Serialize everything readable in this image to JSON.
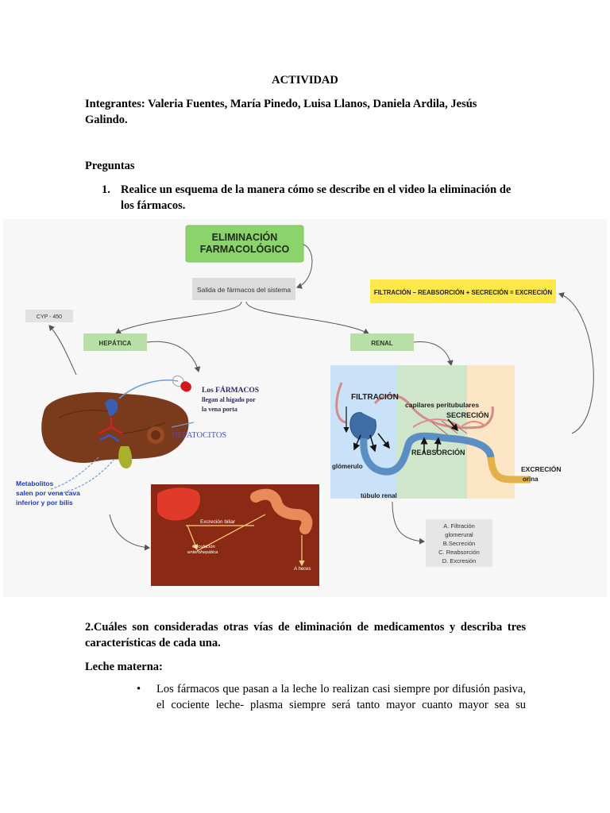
{
  "heading": "ACTIVIDAD",
  "members": {
    "line1": "Integrantes: Valeria Fuentes, María Pinedo, Luisa Llanos, Daniela Ardila, Jesús",
    "line2": "Galindo."
  },
  "questions_heading": "Preguntas",
  "question1": {
    "number": "1.",
    "line1": "Realice un esquema de la manera cómo se describe en el video la eliminación de",
    "line2": "los fármacos."
  },
  "diagram": {
    "title_line1": "ELIMINACIÓN",
    "title_line2": "FARMACOLÓGICO",
    "salida": "Salida de fármacos del sistema",
    "formula": "FILTRACIÓN – REABSORCIÓN + SECRECIÓN = EXCRECIÓN",
    "cyp": "CYP - 450",
    "hepatica": "HEPÁTICA",
    "renal": "RENAL",
    "farmacos_line1": "Los FÁRMACOS",
    "farmacos_line2": "llegan al hígado por",
    "farmacos_line3": "la vena porta",
    "hepatocitos": "HEPATOCITOS",
    "metabolitos_line1": "Metabolitos",
    "metabolitos_line2": "salen por vena cava",
    "metabolitos_line3": "inferior y por bilis",
    "excrecion_biliar": "Excreción biliar",
    "circulacion_line1": "Circulación",
    "circulacion_line2": "enterohepática",
    "a_heces": "A heces",
    "filtracion": "FILTRACIÓN",
    "capilares": "capilares peritubulares",
    "secrecion": "SECRECIÓN",
    "reabsorcion": "REABSORCIÓN",
    "glomerulo": "glómerulo",
    "tubulo": "túbulo renal",
    "excrecion": "EXCRECIÓN",
    "orina": "orina",
    "legend_a1": "A. Filtración",
    "legend_a2": "glomerural",
    "legend_b": "B.Secreción",
    "legend_c": "C. Reabsorción",
    "legend_d": "D. Excresión"
  },
  "question2": {
    "line1": "2.Cuáles son consideradas otras vías de eliminación de medicamentos y describa tres",
    "line2": "características de cada una."
  },
  "leche_heading": "Leche materna:",
  "bullet": {
    "line1": "Los fármacos que pasan a la leche lo realizan casi siempre por difusión pasiva,",
    "line2": "el cociente leche- plasma siempre será tanto mayor cuanto mayor sea su"
  },
  "colors": {
    "title_green": "#8bd36b",
    "label_green": "#b8e0a6",
    "formula_yellow": "#ffe94a",
    "liver_brown": "#7a3b1c",
    "bile_panel": "#8a2a14",
    "zone_blue": "#c9e2f7",
    "zone_green": "#cfe6cb",
    "zone_orange": "#fde6c6"
  }
}
